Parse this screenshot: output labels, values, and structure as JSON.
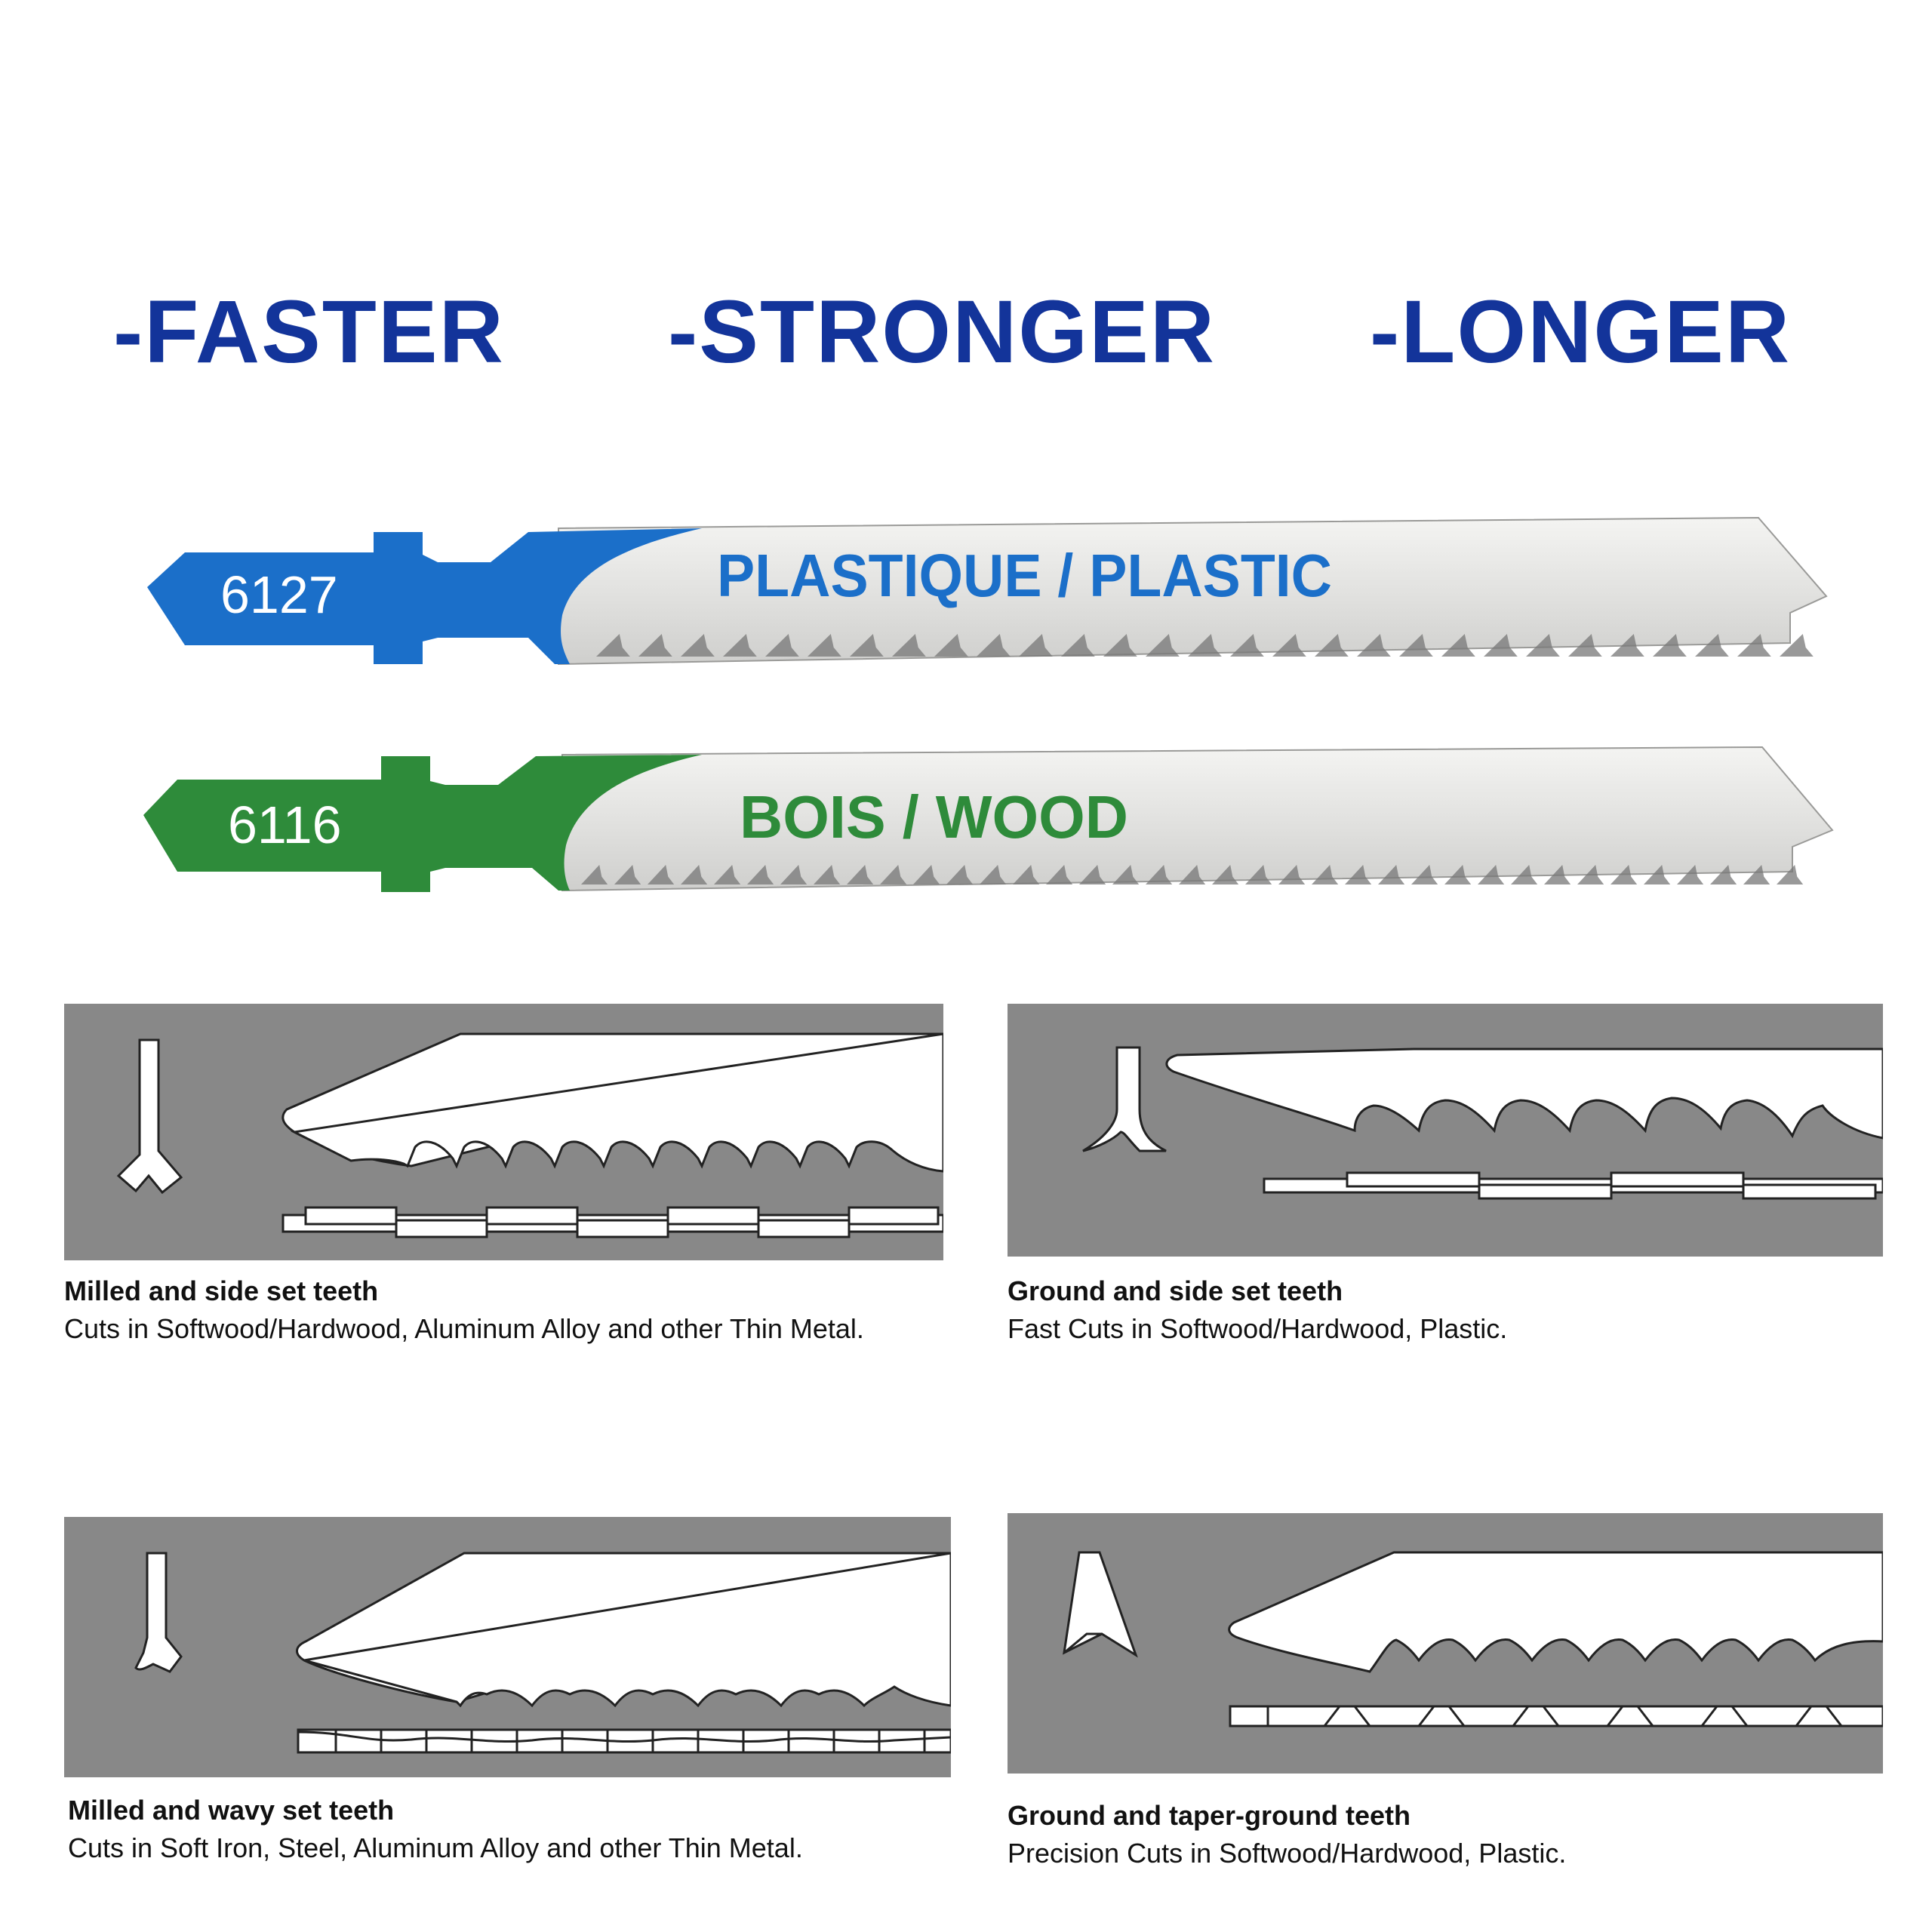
{
  "slogans": [
    "-FASTER",
    "-STRONGER",
    "-LONGER"
  ],
  "blades": [
    {
      "code": "6127",
      "label": "PLASTIQUE / PLASTIC",
      "color": "#1b6fc9"
    },
    {
      "code": "6116",
      "label": "BOIS / WOOD",
      "color": "#2e8b3a"
    }
  ],
  "tooth_types": [
    {
      "title": "Milled and side set teeth",
      "description": "Cuts in Softwood/Hardwood, Aluminum Alloy and other Thin Metal."
    },
    {
      "title": "Ground and side set teeth",
      "description": "Fast Cuts in Softwood/Hardwood, Plastic."
    },
    {
      "title": "Milled and wavy set teeth",
      "description": "Cuts in Soft Iron, Steel, Aluminum Alloy and other Thin Metal."
    },
    {
      "title": "Ground and taper-ground teeth",
      "description": "Precision Cuts in Softwood/Hardwood, Plastic."
    }
  ],
  "colors": {
    "slogan": "#13349a",
    "panel": "#888888",
    "blade_steel": "#e8e8e6"
  }
}
